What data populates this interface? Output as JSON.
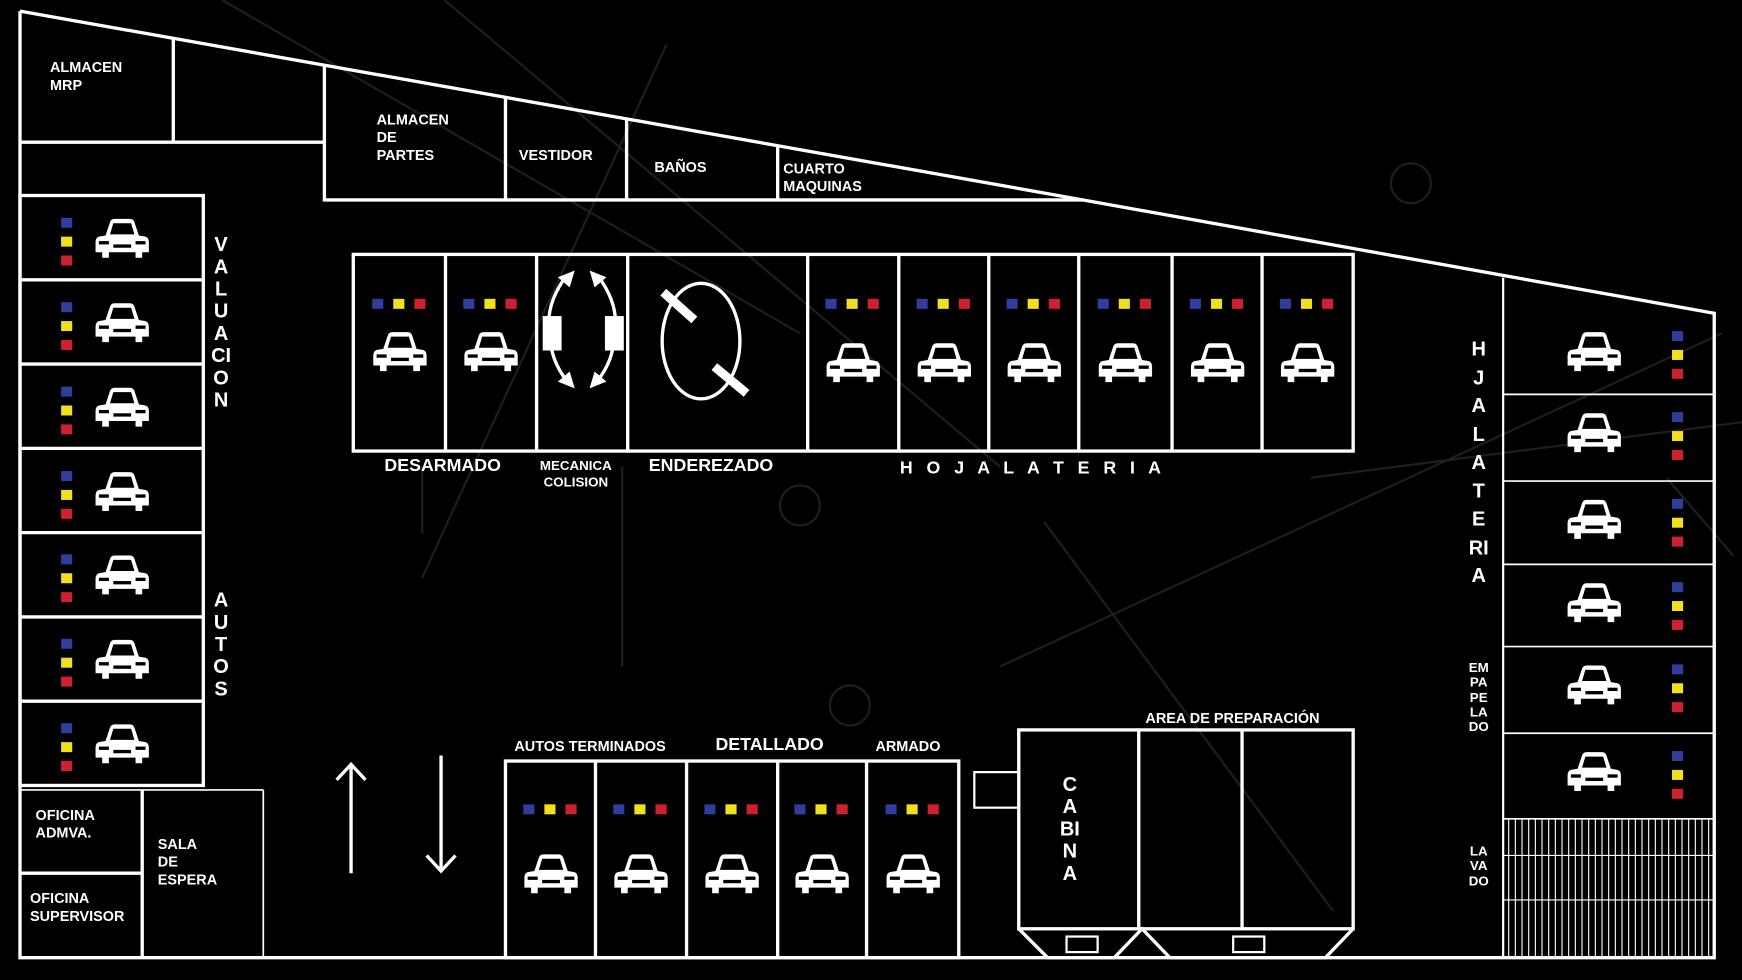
{
  "colors": {
    "background": "#000000",
    "lines": "#ffffff",
    "blue": "#2f3d9c",
    "yellow": "#f2e01c",
    "red": "#cf2030"
  },
  "rooms": {
    "almacen_mrp": "ALMACEN\nMRP",
    "almacen_partes": "ALMACEN\nDE\nPARTES",
    "vestidor": "VESTIDOR",
    "banos": "BAÑOS",
    "cuarto_maquinas": "CUARTO\nMAQUINAS",
    "oficina_admva": "OFICINA\nADMVA.",
    "oficina_supervisor": "OFICINA\nSUPERVISOR",
    "sala_espera": "SALA\nDE\nESPERA"
  },
  "areas": {
    "valuacion": "VALUACION",
    "autos": "AUTOS",
    "desarmado": "DESARMADO",
    "mecanica_colision": "MECANICA\nCOLISION",
    "enderezado": "ENDEREZADO",
    "hojalateria_top": "H O J A L A T E R I A",
    "hojalateria_right": "HJALATERIA",
    "empapelado": "EMPAPELADO",
    "lavado": "LAVADO",
    "autos_terminados": "AUTOS TERMINADOS",
    "detallado": "DETALLADO",
    "armado": "ARMADO",
    "area_preparacion": "AREA DE PREPARACIÓN",
    "cabina": "CABINA"
  },
  "stalls": {
    "left_column_count": 7,
    "top_row_car_stalls": 8,
    "right_column_count": 6,
    "bottom_row_count": 5
  },
  "icons": [
    "car-icon",
    "status-squares",
    "car-lift-icon",
    "frame-straightener-icon",
    "arrow-up-icon",
    "arrow-down-icon"
  ]
}
